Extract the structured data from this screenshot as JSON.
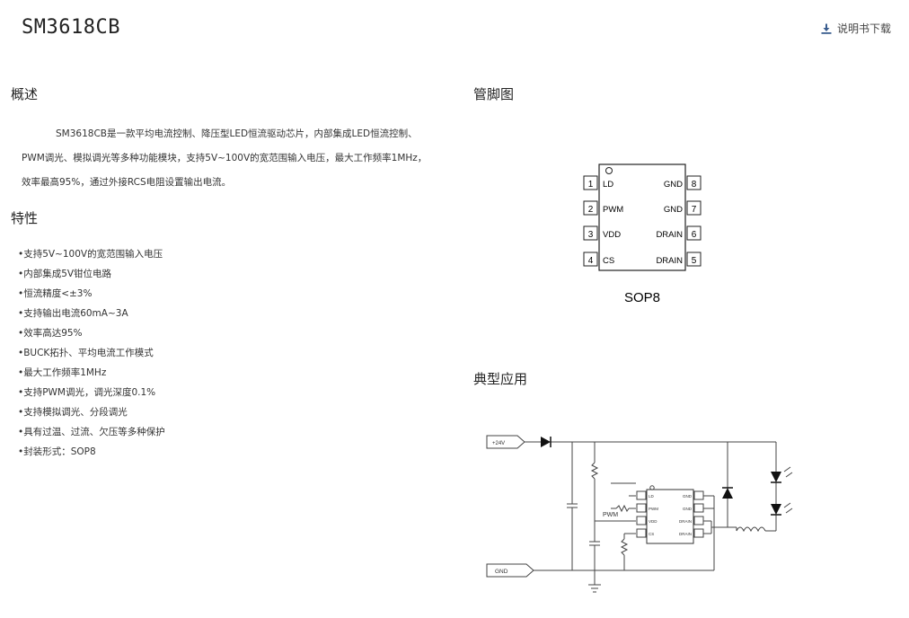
{
  "header": {
    "product_title": "SM3618CB",
    "download_label": "说明书下载"
  },
  "sections": {
    "overview_title": "概述",
    "features_title": "特性",
    "pinout_title": "管脚图",
    "application_title": "典型应用"
  },
  "overview_text": "SM3618CB是一款平均电流控制、降压型LED恒流驱动芯片，内部集成LED恒流控制、PWM调光、模拟调光等多种功能模块，支持5V~100V的宽范围输入电压，最大工作频率1MHz，效率最高95%，通过外接RCS电阻设置输出电流。",
  "features": [
    "•支持5V~100V的宽范围输入电压",
    "•内部集成5V钳位电路",
    "•恒流精度<±3%",
    "•支持输出电流60mA~3A",
    "•效率高达95%",
    "•BUCK拓扑、平均电流工作模式",
    "•最大工作频率1MHz",
    "•支持PWM调光，调光深度0.1%",
    "•支持模拟调光、分段调光",
    "•具有过温、过流、欠压等多种保护",
    "•封装形式：SOP8"
  ],
  "pinout": {
    "package": "SOP8",
    "left_pins": [
      {
        "num": "1",
        "name": "LD"
      },
      {
        "num": "2",
        "name": "PWM"
      },
      {
        "num": "3",
        "name": "VDD"
      },
      {
        "num": "4",
        "name": "CS"
      }
    ],
    "right_pins": [
      {
        "num": "8",
        "name": "GND"
      },
      {
        "num": "7",
        "name": "GND"
      },
      {
        "num": "6",
        "name": "DRAIN"
      },
      {
        "num": "5",
        "name": "DRAIN"
      }
    ]
  },
  "application": {
    "input_label": "+24V",
    "gnd_label": "GND",
    "pwm_label": "PWM",
    "chip_left_pins": [
      "LD",
      "PWM",
      "VDD",
      "CS"
    ],
    "chip_right_pins": [
      "GND",
      "GND",
      "DRAIN",
      "DRAIN"
    ]
  },
  "icons": {
    "download": "download-icon"
  }
}
